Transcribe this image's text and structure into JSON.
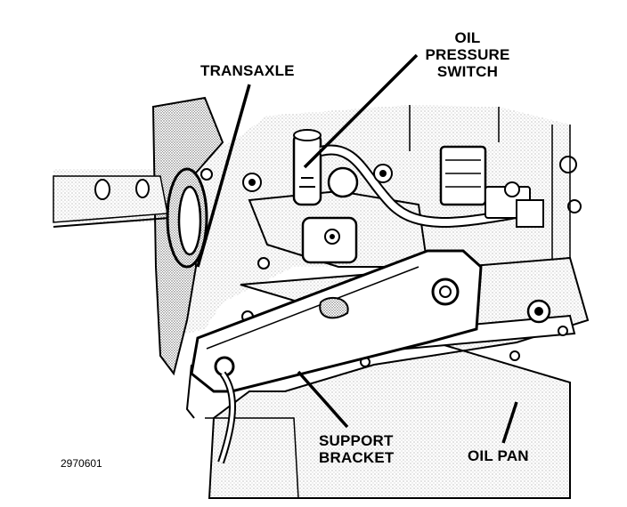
{
  "labels": {
    "transaxle": "TRANSAXLE",
    "oil_pressure_switch": [
      "OIL",
      "PRESSURE",
      "SWITCH"
    ],
    "support_bracket": [
      "SUPPORT",
      "BRACKET"
    ],
    "oil_pan": "OIL PAN"
  },
  "figure_number": "2970601"
}
